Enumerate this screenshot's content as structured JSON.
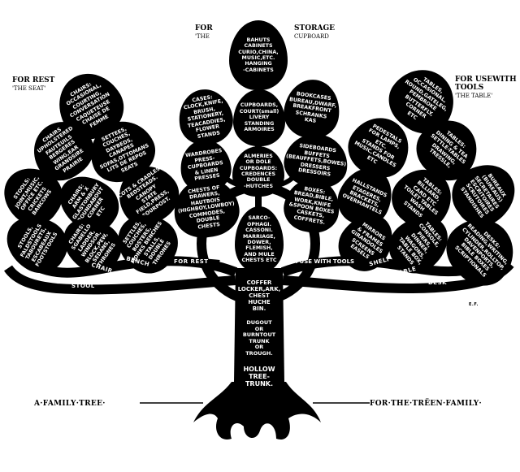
{
  "headings": {
    "storage": {
      "line1": "FOR",
      "line2": "STORAGE",
      "sub1": "'THE",
      "sub2": "CUPBOARD"
    },
    "rest": {
      "title": "FOR REST",
      "sub": "'THE SEAT'"
    },
    "tools": {
      "title1": "FOR USE",
      "title2": "WITH TOOLS",
      "sub": "'THE TABLE'"
    }
  },
  "leaves": [
    {
      "lines": [
        "BAHUTS",
        "CABINETS",
        "CURIO,CHINA,",
        "MUSIC,ETC.",
        "HANGING",
        "-CABINETS"
      ]
    },
    {
      "lines": [
        "CASES:",
        "CLOCK,KNIFE,",
        "BRUSH,",
        "STATIONERY,",
        "TEACADDIES,",
        "FLOWER",
        "STANDS"
      ]
    },
    {
      "lines": [
        "CUPBOARDS,",
        "COURT(small)",
        "LIVERY",
        "STANDING",
        "ARMOIRES"
      ]
    },
    {
      "lines": [
        "BOOKCASES",
        "BUREAU,DWARF,",
        "BREAKFRONT",
        "SCHRANKS",
        "KAS"
      ]
    },
    {
      "lines": [
        "WARDROBES",
        "PRESS-",
        "CUPBOARDS",
        "& LINEN",
        "PRESSES"
      ]
    },
    {
      "lines": [
        "ALMERIES",
        "OR DOLE",
        "CUPBOARDS:",
        "CREDENCES",
        "DOUBLE",
        "-HUTCHES"
      ]
    },
    {
      "lines": [
        "SIDEBOARDS",
        "BUFFETS",
        "(BEAUFFETS,BOWES)",
        "DRESSERS",
        "DRESSOIRS"
      ]
    },
    {
      "lines": [
        "CHESTS OF",
        "DRAWERS,",
        "HAUTBOIS",
        "(HIGHBOY,LOWBOY)",
        "COMMODES,",
        "DOUBLE",
        "CHESTS"
      ]
    },
    {
      "lines": [
        "BOXES:",
        "BREAD,BIBLE,",
        "WORK,KNIFE",
        "&SPOON BOXES",
        "CASKETS,",
        "COFFRETS."
      ]
    },
    {
      "lines": [
        "SARCO-",
        "OPHAGI.",
        "CASSONI.",
        "MARRIAGE,",
        "DOWER,",
        "FLEMISH,",
        "AND MULE",
        "CHESTS ETC"
      ]
    },
    {
      "lines": [
        "CHAIRS:",
        "OCCASIONAL,",
        "COURTING,",
        "CONVERSATION",
        "CAQUETEUSE",
        "CHAISE DE",
        "FEMME"
      ]
    },
    {
      "lines": [
        "CHAIRS",
        "UPHOLSTERED",
        "FAUTEUILS",
        "BERGERES",
        "WING,EAR",
        "GRANDSIRE",
        "PRAIRIE"
      ]
    },
    {
      "lines": [
        "SETTEES,",
        "COUCHES,",
        "DAYBEDS,",
        "CANAPES",
        "SOFAS,OTTOMANS",
        "LITS DE REPOS",
        "SEATS"
      ]
    },
    {
      "lines": [
        "STOOLS:",
        "JOINT,MUSIC,",
        "OFFICE ETC.",
        "CRICKETS",
        "BANCOWS"
      ]
    },
    {
      "lines": [
        "CHAIRS:",
        "ARM & X",
        "GLASTONBURY",
        "ROUNDABOUT",
        "CORNER",
        "ETC"
      ]
    },
    {
      "lines": [
        "COTS & CRADLES",
        "BEDSTEADS.",
        "CANOPY",
        "STATE",
        "FIELD,PRESS,",
        "FOURPOST."
      ]
    },
    {
      "lines": [
        "STOOLS,",
        "FALDSTOOLS",
        "TABOURETS,",
        "ESCABEAUX",
        "FOOTSTOOLS"
      ]
    },
    {
      "lines": [
        "CHAIRS:",
        "SGABELLO",
        "LADDER,",
        "WINDSOR,",
        "BLOCK,PEW,",
        "SEDANS,",
        "THRONES"
      ]
    },
    {
      "lines": [
        "SETTLES,",
        "COUCHES,",
        "BOSTERS,",
        "MONKS BENCHES",
        "STALLS,",
        "DOUBLE",
        "THRONES"
      ]
    },
    {
      "lines": [
        "TABLES,",
        "OCCASIONAL,",
        "ROUND,GATELEG,",
        "PEMBROKE",
        "BUTTERFLY,",
        "CORNER",
        "ETC"
      ]
    },
    {
      "lines": [
        "PEDESTALS",
        "FOR LAMPS,",
        "ETC.",
        "STANDS FOR",
        "MUSIC,CANDLES",
        "ETC"
      ]
    },
    {
      "lines": [
        "TABLES:",
        "DINING & TEA",
        "SETTLE-TABLES",
        "DRAWING,",
        "TRESSLE,"
      ]
    },
    {
      "lines": [
        "HALLSTANDS",
        "ETAGERES,",
        "BRACKETS,",
        "OVERMANTELS"
      ]
    },
    {
      "lines": [
        "TABLES:",
        "BILLIARD,",
        "CARD ETC",
        "TOILET TABLES",
        "WASH",
        "STANDS"
      ]
    },
    {
      "lines": [
        "BUREAUX",
        "(BUREAUS)",
        "SECRETAIRES",
        "ESCRITOIRES",
        "SCRUTOIRES",
        "STANDISHES"
      ]
    },
    {
      "lines": [
        "MIRRORS",
        "& FRAMES",
        "GIRANDOLES",
        "SCREENS",
        "EASELS"
      ]
    },
    {
      "lines": [
        "TABLES:",
        "CONSOLE,",
        "PIERS,",
        "DINNER,",
        "WAGONS,",
        "TABLE BOX,",
        "STANDS"
      ]
    },
    {
      "lines": [
        "DESKS:",
        "READING,WRITING,",
        "CYLINDER,ROLLTOP,",
        "DAVENPORTS,",
        "BIBLE BOXES",
        "SCRIPTIONALS"
      ]
    }
  ],
  "branch_labels": {
    "chair": "CHAIR",
    "bench": "BENCH",
    "for_rest": "FOR REST",
    "stool": "STOOL",
    "for_tools": "FOR USE WITH TOOLS",
    "shelf": "SHELF",
    "table": "TABLE",
    "desk": "DESK"
  },
  "trunk": {
    "coffer": [
      "COFFER",
      "LOCKER,ARK,",
      "CHEST",
      "HUCHE",
      "BIN."
    ],
    "dugout": [
      "DUGOUT",
      "OR",
      "BURNTOUT",
      "TRUNK",
      "OR",
      "TROUGH."
    ],
    "hollow": [
      "HOLLOW",
      "TREE-",
      "TRUNK."
    ]
  },
  "signature": "E.F.",
  "footer": {
    "left": "A·FAMILY·TREE·",
    "right": "FOR·THE·TRËEN·FAMILY·"
  }
}
